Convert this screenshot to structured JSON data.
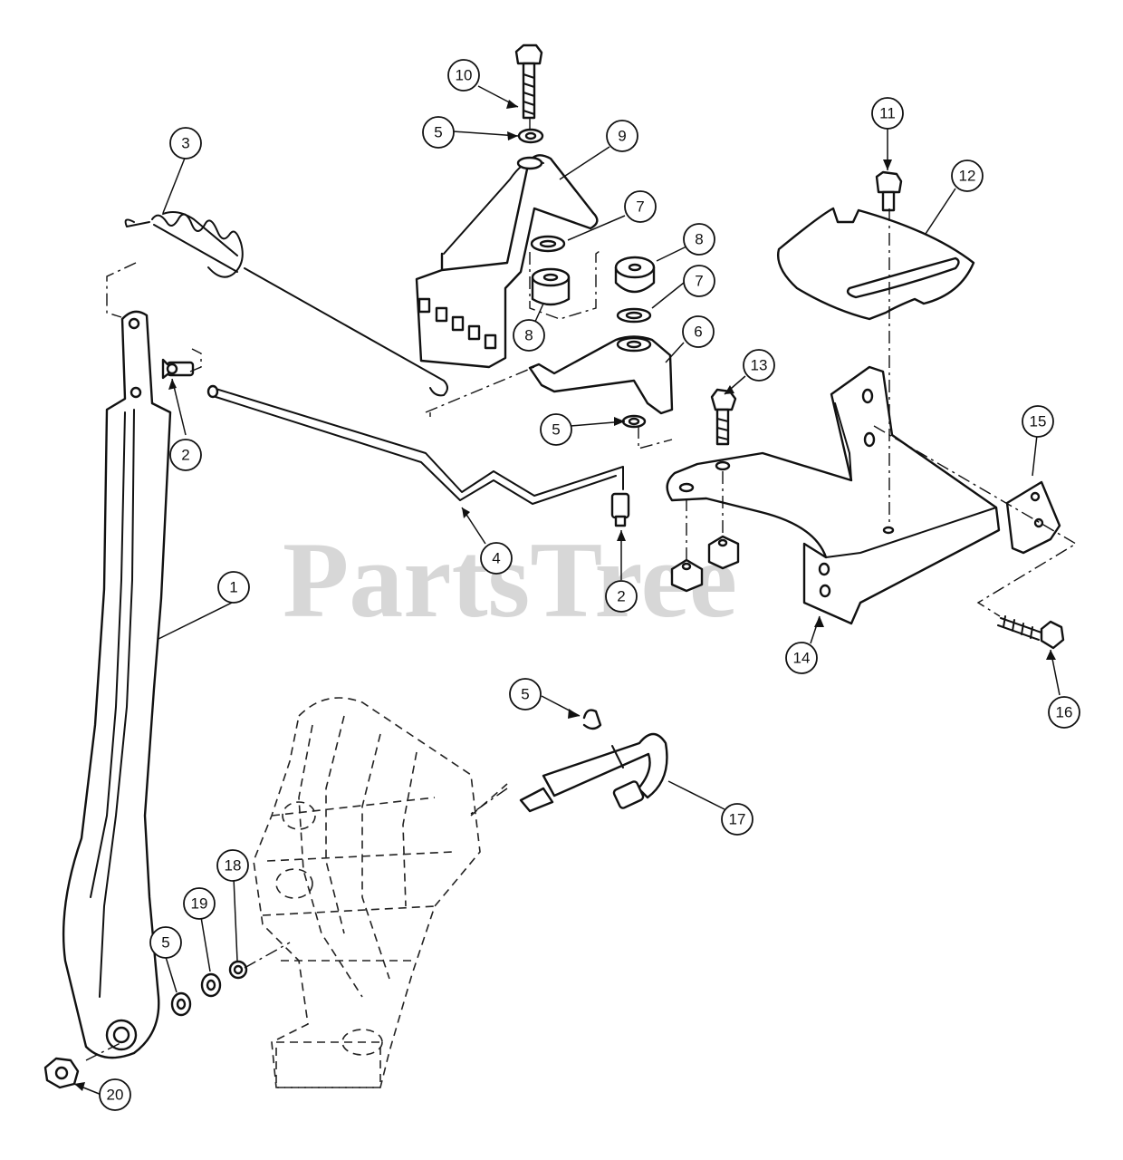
{
  "watermark": "PartsTree",
  "callouts": [
    {
      "id": "callout-1",
      "label": "1"
    },
    {
      "id": "callout-2a",
      "label": "2"
    },
    {
      "id": "callout-2b",
      "label": "2"
    },
    {
      "id": "callout-3",
      "label": "3"
    },
    {
      "id": "callout-4",
      "label": "4"
    },
    {
      "id": "callout-5a",
      "label": "5"
    },
    {
      "id": "callout-5b",
      "label": "5"
    },
    {
      "id": "callout-5c",
      "label": "5"
    },
    {
      "id": "callout-5d",
      "label": "5"
    },
    {
      "id": "callout-6",
      "label": "6"
    },
    {
      "id": "callout-7a",
      "label": "7"
    },
    {
      "id": "callout-7b",
      "label": "7"
    },
    {
      "id": "callout-8a",
      "label": "8"
    },
    {
      "id": "callout-8b",
      "label": "8"
    },
    {
      "id": "callout-9",
      "label": "9"
    },
    {
      "id": "callout-10",
      "label": "10"
    },
    {
      "id": "callout-11",
      "label": "11"
    },
    {
      "id": "callout-12",
      "label": "12"
    },
    {
      "id": "callout-13",
      "label": "13"
    },
    {
      "id": "callout-14",
      "label": "14"
    },
    {
      "id": "callout-15",
      "label": "15"
    },
    {
      "id": "callout-16",
      "label": "16"
    },
    {
      "id": "callout-17",
      "label": "17"
    },
    {
      "id": "callout-18",
      "label": "18"
    },
    {
      "id": "callout-19",
      "label": "19"
    },
    {
      "id": "callout-20",
      "label": "20"
    }
  ]
}
